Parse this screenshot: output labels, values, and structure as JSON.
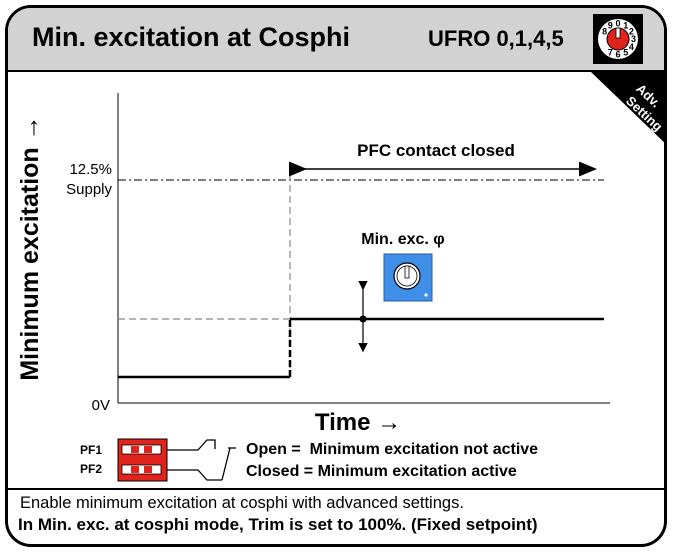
{
  "header": {
    "title": "Min. excitation at Cosphi",
    "model": "UFRO 0,1,4,5",
    "rotary_digits": [
      "8",
      "9",
      "0",
      "1",
      "2",
      "3",
      "4",
      "5",
      "6",
      "7"
    ],
    "badge_line1": "Adv.",
    "badge_line2": "Setting"
  },
  "diagram": {
    "y_axis_label": "Minimum excitation →",
    "x_axis_label": "Time →",
    "level_high": "12.5%",
    "level_high_sub": "Supply",
    "level_zero": "0V",
    "pfc_label": "PFC contact closed",
    "setting_label": "Min. exc. φ"
  },
  "switch": {
    "pf1": "PF1",
    "pf2": "PF2",
    "open_text": "Open =  Minimum excitation not active",
    "closed_text": "Closed = Minimum excitation active"
  },
  "footer": {
    "line1": "Enable minimum excitation at cosphi with advanced settings.",
    "line2": "In Min. exc. at cosphi mode, Trim is set to 100%. (Fixed setpoint)"
  },
  "colors": {
    "header_bg": "#d2d2d2",
    "badge": "#000000",
    "knob_bg": "#3f8ee8",
    "switch_red": "#e0231b",
    "rotary_red": "#e0231b"
  }
}
